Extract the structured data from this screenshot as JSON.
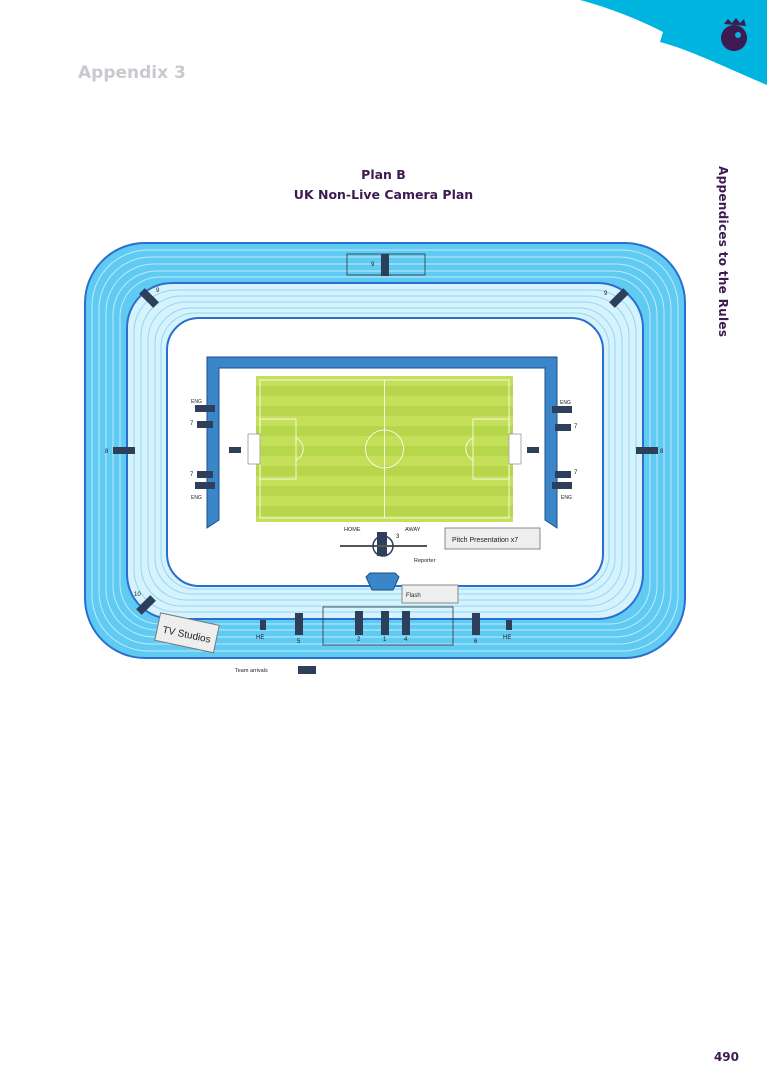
{
  "header": {
    "appendix": "Appendix 3",
    "side_label": "Appendices to the Rules",
    "logo": "premier-league-lion-logo"
  },
  "title": {
    "line1": "Plan B",
    "line2": "UK Non-Live Camera Plan"
  },
  "diagram": {
    "cam_top": "9",
    "cam_top_left": "9",
    "cam_top_right": "9",
    "cam_left": "8",
    "cam_right": "8",
    "eng": "ENG",
    "seven": "7",
    "home": "HOME",
    "away": "AWAY",
    "cam3": "3",
    "pitch_presentation": "Pitch Presentation x7",
    "reporter": "Reporter",
    "flash": "Flash",
    "cam10": "10",
    "tv_studios": "TV Studios",
    "he": "HE",
    "bottom_cams": [
      "5",
      "2",
      "1",
      "4",
      "6"
    ],
    "team_arrivals": "Team arrivals"
  },
  "footer": {
    "page_number": "490"
  },
  "colors": {
    "brand_purple": "#3d1a52",
    "cyan": "#00b4e0",
    "track": "#7fd3f5",
    "pitch": "#c4e05a"
  }
}
